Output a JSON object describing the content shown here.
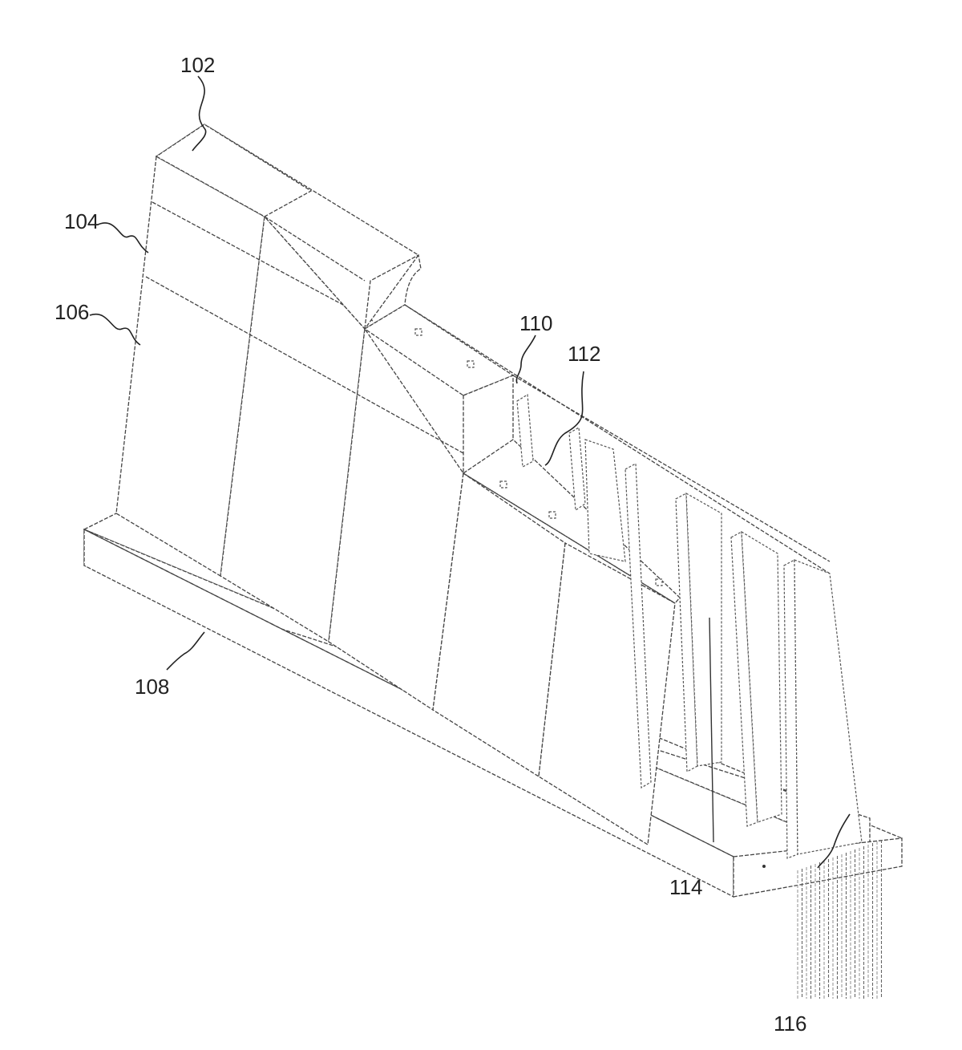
{
  "labels": {
    "ref_102": "102",
    "ref_104": "104",
    "ref_106": "106",
    "ref_108": "108",
    "ref_110": "110",
    "ref_112": "112",
    "ref_114": "114",
    "ref_116": "116"
  }
}
